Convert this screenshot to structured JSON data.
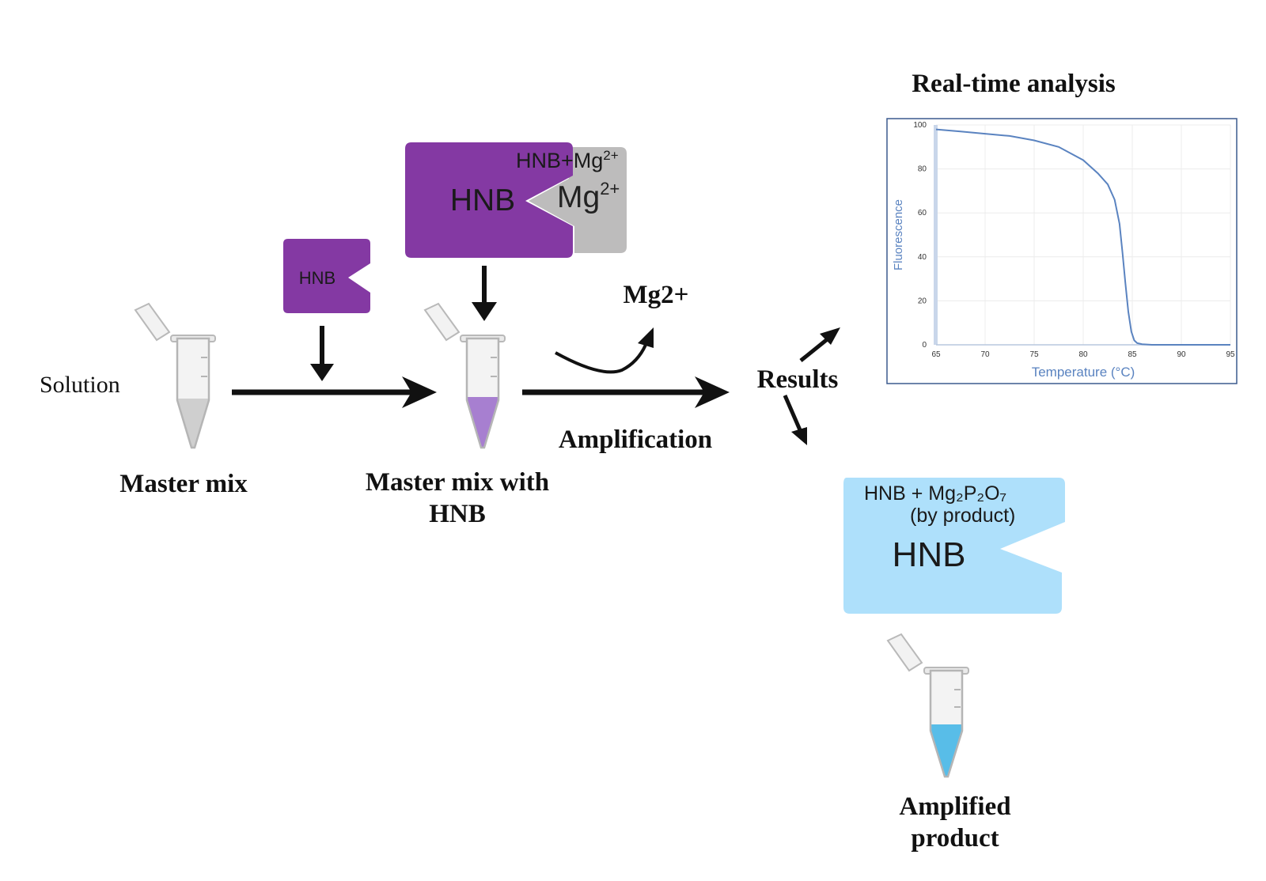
{
  "labels": {
    "solution": "Solution",
    "master_mix": "Master mix",
    "master_mix_hnb_line1": "Master mix with",
    "master_mix_hnb_line2": "HNB",
    "amplification": "Amplification",
    "mg_release": "Mg2+",
    "results": "Results",
    "realtime_title": "Real-time analysis",
    "amplified_line1": "Amplified",
    "amplified_line2": "product"
  },
  "hnb_small": {
    "label": "HNB"
  },
  "hnb_complex": {
    "caption_main": "HNB+Mg",
    "caption_sup": "2+",
    "hnb_label": "HNB",
    "mg_main": "Mg",
    "mg_sup": "2+"
  },
  "hnb_product": {
    "line1": "HNB + Mg₂P₂O₇",
    "line2": "(by product)",
    "hnb_label": "HNB"
  },
  "colors": {
    "purple": "#8439a3",
    "gray_block": "#bdbcbc",
    "light_blue": "#aee0fb",
    "tube_gray_fill": "#cfcfcf",
    "tube_purple_fill": "#a77fd0",
    "tube_blue_fill": "#58bde8",
    "chart_line": "#5a83c0"
  },
  "chart_data": {
    "type": "line",
    "xlabel": "Temperature (°C)",
    "ylabel": "Fluorescence",
    "xlim": [
      65,
      95
    ],
    "ylim": [
      0,
      100
    ],
    "xticks": [
      65,
      70,
      75,
      80,
      85,
      90,
      95
    ],
    "yticks": [
      0,
      20,
      40,
      60,
      80,
      100
    ],
    "grid": true,
    "x": [
      65,
      67.5,
      70,
      72.5,
      75,
      77.5,
      80,
      81.5,
      82.5,
      83.2,
      83.7,
      84.0,
      84.3,
      84.6,
      84.9,
      85.2,
      85.5,
      86,
      87,
      90,
      95
    ],
    "y": [
      98,
      97,
      96,
      95,
      93,
      90,
      84,
      78,
      73,
      66,
      55,
      42,
      28,
      15,
      6,
      2,
      0.8,
      0.3,
      0,
      0,
      0
    ]
  }
}
